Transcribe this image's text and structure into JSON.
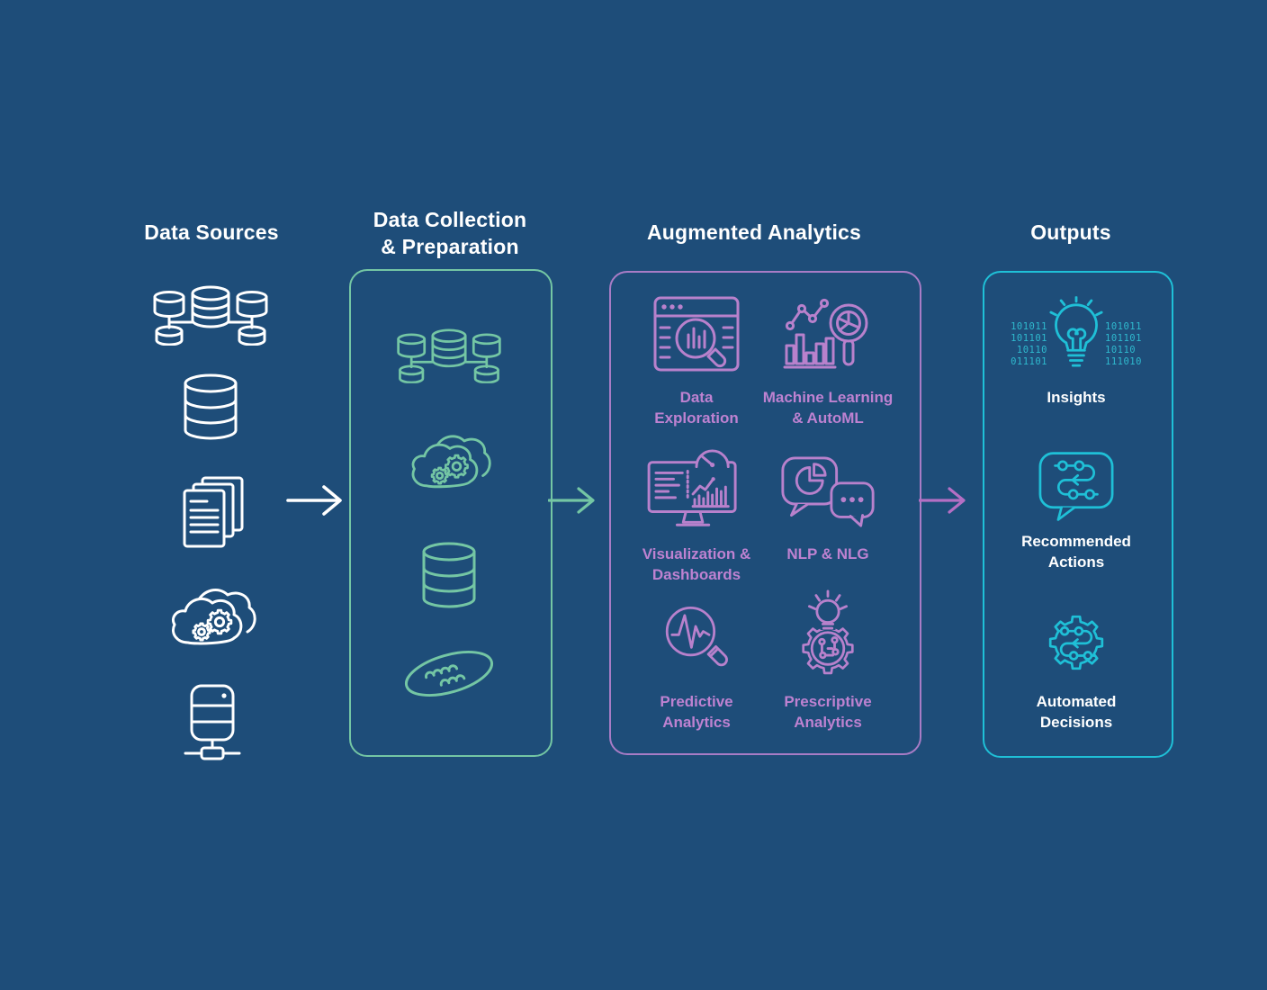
{
  "colors": {
    "background": "#1E4D79",
    "white": "#FFFFFF",
    "green": "#74C6A4",
    "purple_border": "#A87CC6",
    "purple_text": "#BE82D1",
    "cyan": "#1FC0D7",
    "binary_text": "#2FB9CE"
  },
  "flow": {
    "data_sources": {
      "title": "Data Sources",
      "icons": [
        "connected-databases",
        "database",
        "documents",
        "cloud-processing",
        "server-network"
      ]
    },
    "collection": {
      "title_line1": "Data Collection",
      "title_line2": "& Preparation",
      "icons": [
        "connected-databases",
        "cloud-processing",
        "database",
        "data-lake"
      ]
    },
    "analytics": {
      "title": "Augmented Analytics",
      "items": [
        {
          "icon": "data-exploration",
          "line1": "Data",
          "line2": "Exploration"
        },
        {
          "icon": "machine-learning-automl",
          "line1": "Machine Learning",
          "line2": "& AutoML"
        },
        {
          "icon": "visualization-dashboards",
          "line1": "Visualization &",
          "line2": "Dashboards"
        },
        {
          "icon": "nlp-nlg",
          "line1": "NLP & NLG",
          "line2": ""
        },
        {
          "icon": "predictive-analytics",
          "line1": "Predictive",
          "line2": "Analytics"
        },
        {
          "icon": "prescriptive-analytics",
          "line1": "Prescriptive",
          "line2": "Analytics"
        }
      ]
    },
    "outputs": {
      "title": "Outputs",
      "items": [
        {
          "icon": "insights-bulb",
          "line1": "Insights",
          "line2": ""
        },
        {
          "icon": "recommended-actions",
          "line1": "Recommended",
          "line2": "Actions"
        },
        {
          "icon": "automated-decisions",
          "line1": "Automated",
          "line2": "Decisions"
        }
      ],
      "binary_left": [
        "101011",
        "101101",
        "10110",
        "011101"
      ],
      "binary_right": [
        "101011",
        "101101",
        "10110",
        "111010"
      ]
    },
    "arrows": [
      "arrow-right-white",
      "arrow-right-green",
      "arrow-right-purple"
    ]
  }
}
